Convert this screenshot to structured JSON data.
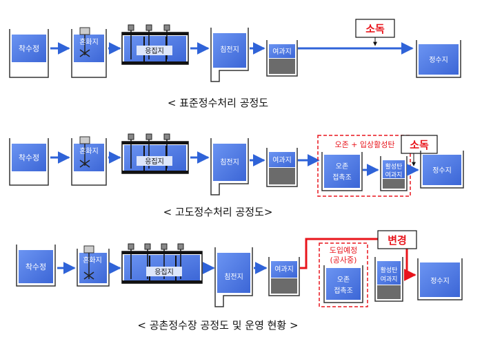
{
  "rows": [
    {
      "caption": "< 표준정수처리 공정도",
      "tanks": {
        "intake": "착수정",
        "mixing": "혼화지",
        "floc": "응집지",
        "sed": "침전지",
        "filter": "여과지",
        "clear": "정수지"
      },
      "disinfection": "소독"
    },
    {
      "caption": "< 고도정수처리 공정도>",
      "tanks": {
        "intake": "착수정",
        "mixing": "혼화지",
        "floc": "응집지",
        "sed": "침전지",
        "filter": "여과지",
        "clear": "정수지"
      },
      "disinfection": "소독",
      "advanced_label": "오존 + 입상활성탄",
      "ozone_line1": "오존",
      "ozone_line2": "접촉조",
      "gac_line1": "활성탄",
      "gac_line2": "여과지"
    },
    {
      "caption": "< 공촌정수장 공정도 및 운영 현황 >",
      "tanks": {
        "intake": "착수정",
        "mixing": "혼화지",
        "floc": "응집지",
        "sed": "침전지",
        "filter": "여과지",
        "clear": "정수지"
      },
      "planned_line1": "도입예정",
      "planned_line2": "(공사중)",
      "ozone_line1": "오존",
      "ozone_line2": "접촉조",
      "gac_line1": "활성탄",
      "gac_line2": "여과지",
      "change_label": "변경"
    }
  ],
  "colors": {
    "tank_fill": "#4a7be8",
    "tank_outline": "#333333",
    "arrow": "#2f63d8",
    "red": "#e8141b",
    "sludge": "#6b6b6b"
  }
}
